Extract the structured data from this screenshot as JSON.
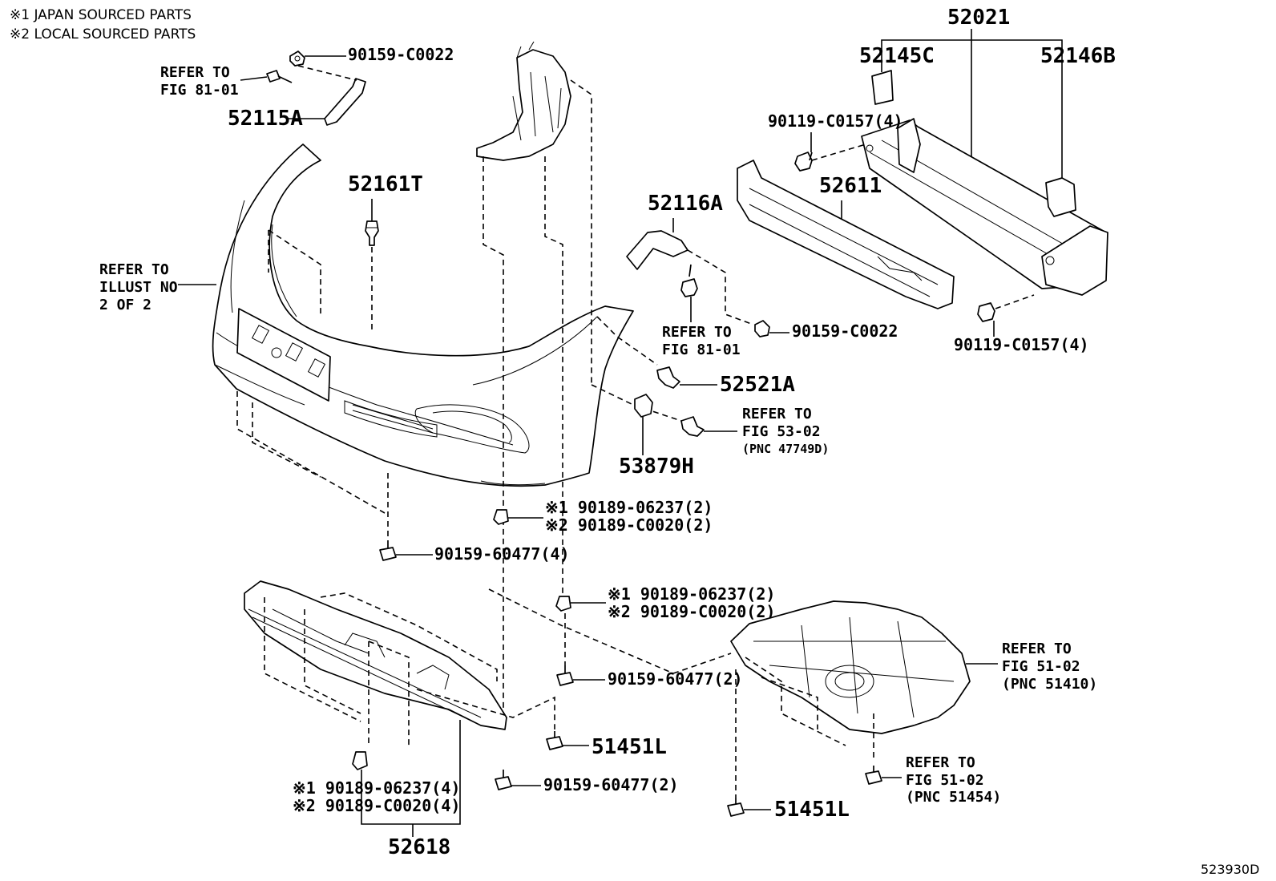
{
  "legend": {
    "note1": "※1  JAPAN SOURCED PARTS",
    "note2": "※2  LOCAL SOURCED PARTS"
  },
  "labels": {
    "p90159_c0022_top": "90159-C0022",
    "refer_fig81_top_1": "REFER TO",
    "refer_fig81_top_2": "FIG 81-01",
    "p52115a": "52115A",
    "p52161t": "52161T",
    "refer_illust_1": "REFER TO",
    "refer_illust_2": "ILLUST NO",
    "refer_illust_3": "2 OF 2",
    "p52021": "52021",
    "p52145c": "52145C",
    "p52146b": "52146B",
    "p90119_c0157_top": "90119-C0157(4)",
    "p52611": "52611",
    "p52116a": "52116A",
    "refer_fig81_mid_1": "REFER TO",
    "refer_fig81_mid_2": "FIG 81-01",
    "p90159_c0022_mid": "90159-C0022",
    "p90119_c0157_bot": "90119-C0157(4)",
    "p52521a": "52521A",
    "refer_fig53_1": "REFER TO",
    "refer_fig53_2": "FIG 53-02",
    "refer_fig53_3": "(PNC 47749D)",
    "p53879h": "53879H",
    "clip_a_1": "※1  90189-06237(2)",
    "clip_a_2": "※2  90189-C0020(2)",
    "p90159_60477_4": "90159-60477(4)",
    "clip_b_1": "※1  90189-06237(2)",
    "clip_b_2": "※2  90189-C0020(2)",
    "p90159_60477_2a": "90159-60477(2)",
    "refer_fig51_a_1": "REFER TO",
    "refer_fig51_a_2": "FIG 51-02",
    "refer_fig51_a_3": "(PNC 51410)",
    "p51451l_a": "51451L",
    "clip_c_1": "※1  90189-06237(4)",
    "clip_c_2": "※2  90189-C0020(4)",
    "p90159_60477_2b": "90159-60477(2)",
    "refer_fig51_b_1": "REFER TO",
    "refer_fig51_b_2": "FIG 51-02",
    "refer_fig51_b_3": "(PNC 51454)",
    "p51451l_b": "51451L",
    "p52618": "52618",
    "illustration_id": "523930D"
  }
}
